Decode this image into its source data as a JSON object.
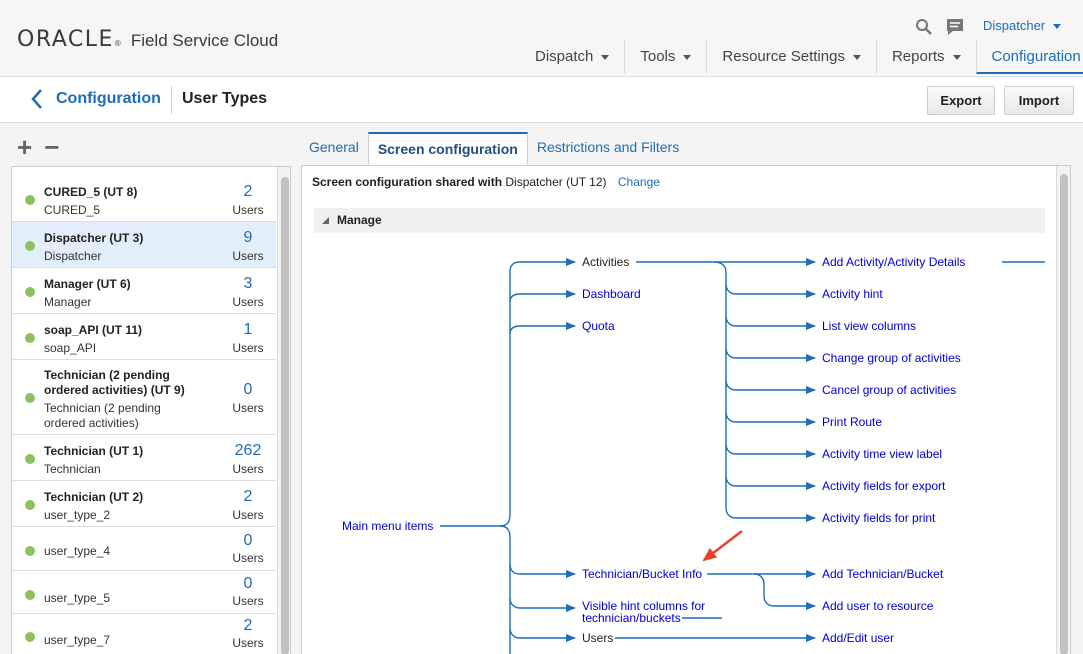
{
  "header": {
    "logo_oracle": "ORACLE",
    "logo_reg": "®",
    "product": "Field Service Cloud",
    "user_menu": "Dispatcher",
    "nav": [
      "Dispatch",
      "Tools",
      "Resource Settings",
      "Reports",
      "Configuration"
    ],
    "nav_active": "Configuration",
    "icons": [
      "search-icon",
      "message-icon"
    ]
  },
  "subheader": {
    "breadcrumb": "Configuration",
    "title": "User Types",
    "export_label": "Export",
    "import_label": "Import"
  },
  "list_tools": {
    "add": "+",
    "remove": "−"
  },
  "user_types": [
    {
      "name": "CURED_5 (UT 8)",
      "sub": "CURED_5",
      "count": "2",
      "unit": "Users",
      "status_color": "#8dc05f"
    },
    {
      "name": "Dispatcher (UT 3)",
      "sub": "Dispatcher",
      "count": "9",
      "unit": "Users",
      "selected": true
    },
    {
      "name": "Manager (UT 6)",
      "sub": "Manager",
      "count": "3",
      "unit": "Users"
    },
    {
      "name": "soap_API (UT 11)",
      "sub": "soap_API",
      "count": "1",
      "unit": "Users"
    },
    {
      "name1": "Technician (2 pending",
      "name2": "ordered activities) (UT 9)",
      "sub1": "Technician (2 pending",
      "sub2": "ordered activities)",
      "count": "0",
      "unit": "Users"
    },
    {
      "name": "Technician (UT 1)",
      "sub": "Technician",
      "count": "262",
      "unit": "Users"
    },
    {
      "name": "Technician (UT 2)",
      "sub": "user_type_2",
      "count": "2",
      "unit": "Users"
    },
    {
      "sub": "user_type_4",
      "count": "0",
      "unit": "Users"
    },
    {
      "sub": "user_type_5",
      "count": "0",
      "unit": "Users"
    },
    {
      "sub": "user_type_7",
      "count": "2",
      "unit": "Users"
    }
  ],
  "tabs": [
    "General",
    "Screen configuration",
    "Restrictions and Filters"
  ],
  "tab_active": "Screen configuration",
  "screen_config": {
    "shared_label": "Screen configuration shared with",
    "shared_value": "Dispatcher (UT 12)",
    "change_link": "Change",
    "section_title": "Manage",
    "root": "Main menu items",
    "level1": [
      "Activities",
      "Dashboard",
      "Quota",
      "Technician/Bucket Info",
      "Visible hint columns for",
      "technician/buckets",
      "Users"
    ],
    "activities_children": [
      "Add Activity/Activity Details",
      "Activity hint",
      "List view columns",
      "Change group of activities",
      "Cancel group of activities",
      "Print Route",
      "Activity time view label",
      "Activity fields for export",
      "Activity fields for print"
    ],
    "technician_children": [
      "Add Technician/Bucket",
      "Add user to resource"
    ],
    "users_children": [
      "Add/Edit user"
    ]
  },
  "colors": {
    "link_blue": "#0000cc",
    "accent": "#1f6db7",
    "status_green": "#8dc05f",
    "annotation_arrow": "#e8402a"
  }
}
